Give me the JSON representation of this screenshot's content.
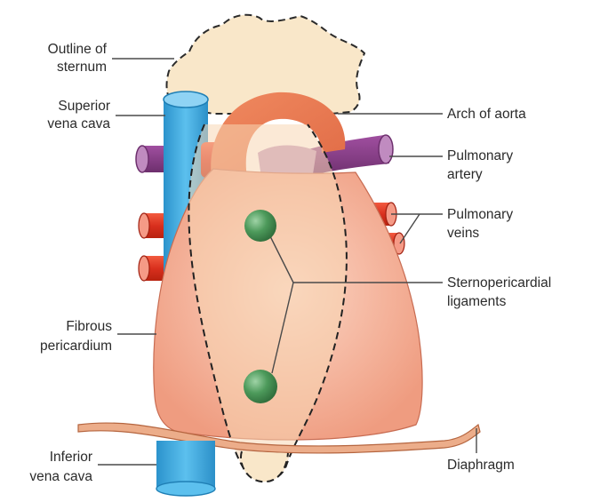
{
  "colors": {
    "sternum": "#f9e7c9",
    "pericardium": "#f2a58a",
    "pericardium_light": "#fbd0bd",
    "aorta": "#ea7a52",
    "svc": "#3aa8df",
    "pulmonary_artery": "#8a3f8a",
    "pulmonary_artery_light": "#c39bc0",
    "vein_red": "#e63a26",
    "ligament_node": "#3f8a4f",
    "diaphragm": "#e9a27f"
  },
  "labels": {
    "sternum": [
      "Outline of",
      "sternum"
    ],
    "svc": [
      "Superior",
      "vena cava"
    ],
    "fibrous": [
      "Fibrous",
      "pericardium"
    ],
    "ivc": [
      "Inferior",
      "vena cava"
    ],
    "aorta": [
      "Arch of aorta"
    ],
    "pulm_artery": [
      "Pulmonary",
      "artery"
    ],
    "pulm_veins": [
      "Pulmonary",
      "veins"
    ],
    "ligaments": [
      "Sternopericardial",
      "ligaments"
    ],
    "diaphragm": [
      "Diaphragm"
    ]
  }
}
